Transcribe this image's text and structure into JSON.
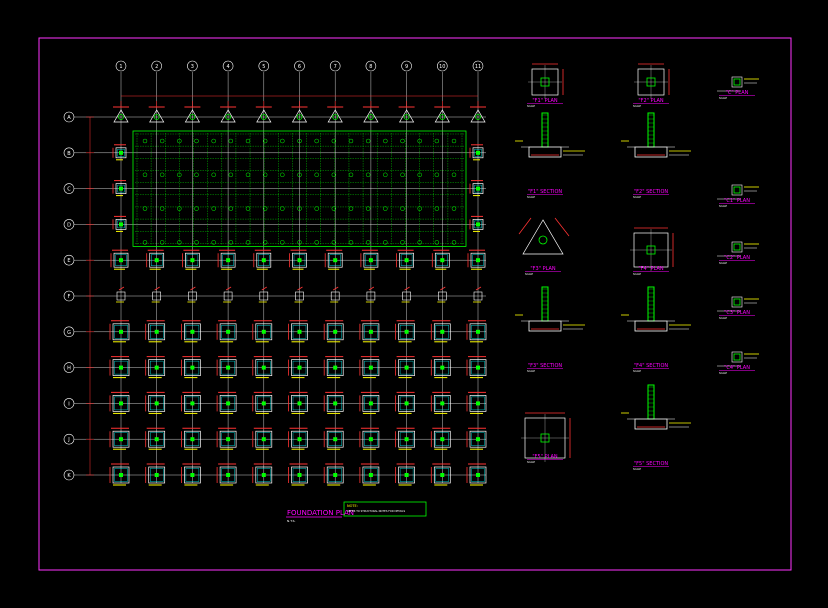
{
  "sheet": {
    "colors": {
      "background": "#000000",
      "border": "#ff33ff",
      "grid": "#ffffff",
      "footing": "#ffffff",
      "column": "#00ff00",
      "rebar": "#ff3333",
      "dimension": "#ff3333",
      "title": "#ff00ff",
      "note": "#ffff00",
      "pile": "#00ffff"
    }
  },
  "plan": {
    "title": "FOUNDATION PLAN",
    "scale": "N.T.S.",
    "grid_columns": [
      "1",
      "2",
      "3",
      "4",
      "5",
      "6",
      "7",
      "8",
      "9",
      "10",
      "11"
    ],
    "grid_rows": [
      "A",
      "B",
      "C",
      "D",
      "E",
      "F",
      "G",
      "H",
      "I",
      "J",
      "K"
    ]
  },
  "note_box": {
    "label": "NOTE:",
    "text": "REFER TO STRUCTURAL NOTES FOR DETAILS"
  },
  "details": [
    {
      "id": "f1-plan",
      "title": "\"F1\" PLAN",
      "scale": "SCALE",
      "type": "plan"
    },
    {
      "id": "f2-plan",
      "title": "\"F2\" PLAN",
      "scale": "SCALE",
      "type": "plan"
    },
    {
      "id": "c-plan",
      "title": "\"C\" PLAN",
      "scale": "SCALE",
      "type": "small"
    },
    {
      "id": "f1-section",
      "title": "\"F1\" SECTION",
      "scale": "SCALE",
      "type": "section"
    },
    {
      "id": "f2-section",
      "title": "\"F2\" SECTION",
      "scale": "SCALE",
      "type": "section"
    },
    {
      "id": "c1-plan",
      "title": "\"C1\" PLAN",
      "scale": "SCALE",
      "type": "small"
    },
    {
      "id": "f3-plan",
      "title": "\"F3\" PLAN",
      "scale": "SCALE",
      "type": "triangle"
    },
    {
      "id": "f4-plan",
      "title": "\"F4\" PLAN",
      "scale": "SCALE",
      "type": "plan"
    },
    {
      "id": "c2-plan",
      "title": "\"C2\" PLAN",
      "scale": "SCALE",
      "type": "small"
    },
    {
      "id": "c3-plan",
      "title": "\"C3\" PLAN",
      "scale": "SCALE",
      "type": "small"
    },
    {
      "id": "f3-section",
      "title": "\"F3\" SECTION",
      "scale": "SCALE",
      "type": "section"
    },
    {
      "id": "f4-section",
      "title": "\"F4\" SECTION",
      "scale": "SCALE",
      "type": "section"
    },
    {
      "id": "c4-plan",
      "title": "\"C4\" PLAN",
      "scale": "SCALE",
      "type": "small"
    },
    {
      "id": "f5-plan",
      "title": "\"F5\" PLAN",
      "scale": "SCALE",
      "type": "plan"
    },
    {
      "id": "f5-section",
      "title": "\"F5\" SECTION",
      "scale": "SCALE",
      "type": "section"
    }
  ]
}
